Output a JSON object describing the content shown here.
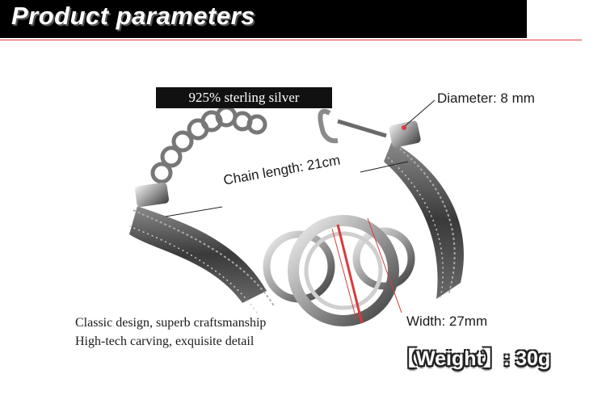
{
  "header": {
    "title": "Product parameters"
  },
  "product": {
    "material": "925% sterling silver",
    "diameter": "Diameter: 8 mm",
    "chain_length": "Chain length: 21cm",
    "width": "Width:  27mm",
    "features": [
      "Classic design, superb craftsmanship",
      "High-tech carving, exquisite detail"
    ],
    "weight": "【Weight】: 30g"
  },
  "colors": {
    "header_bg": "#000000",
    "accent": "#d93b3b",
    "text": "#1a1a1a"
  }
}
